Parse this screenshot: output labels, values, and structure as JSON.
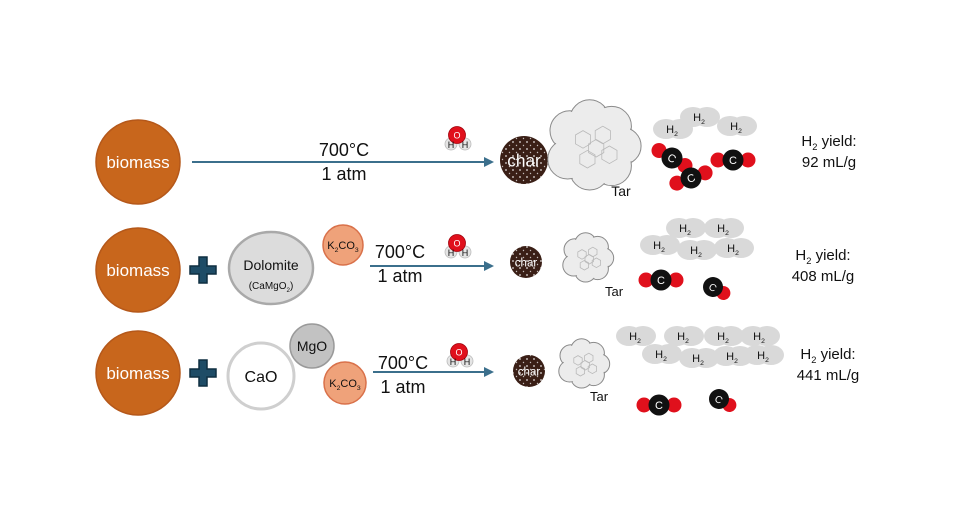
{
  "colors": {
    "biomass": "#c8661c",
    "biomass_stroke": "#b5581a",
    "arrow": "#3b6f8c",
    "plus": "#1e4c66",
    "k2co3": "#efa27a",
    "k2co3_stroke": "#d9714a",
    "mgo": "#c2c2c2",
    "dolomite": "#dcdcdc",
    "char": "#3a1f16",
    "gas_cloud": "#d9d9d9",
    "oxygen": "#e0101c",
    "carbon": "#111111"
  },
  "labels": {
    "biomass": "biomass",
    "char": "char",
    "tar": "Tar",
    "water_o": "O",
    "water_h": "H",
    "h2_main": "H",
    "h2_sub": "2",
    "carbon": "C",
    "yield_suffix": " yield:",
    "mgo": "MgO",
    "cao": "CaO",
    "dolomite": "Dolomite",
    "dolomite_formula": "(CaMgO",
    "dolomite_sub": "2",
    "dolomite_close": ")",
    "k2co3_k": "K",
    "k2co3_k_sub": "2",
    "k2co3_co": "CO",
    "k2co3_co_sub": "3"
  },
  "rows": [
    {
      "temperature": "700°C",
      "pressure": "1 atm",
      "yield": "92 mL/g"
    },
    {
      "temperature": "700°C",
      "pressure": "1 atm",
      "yield": "408 mL/g"
    },
    {
      "temperature": "700°C",
      "pressure": "1 atm",
      "yield": "441 mL/g"
    }
  ]
}
